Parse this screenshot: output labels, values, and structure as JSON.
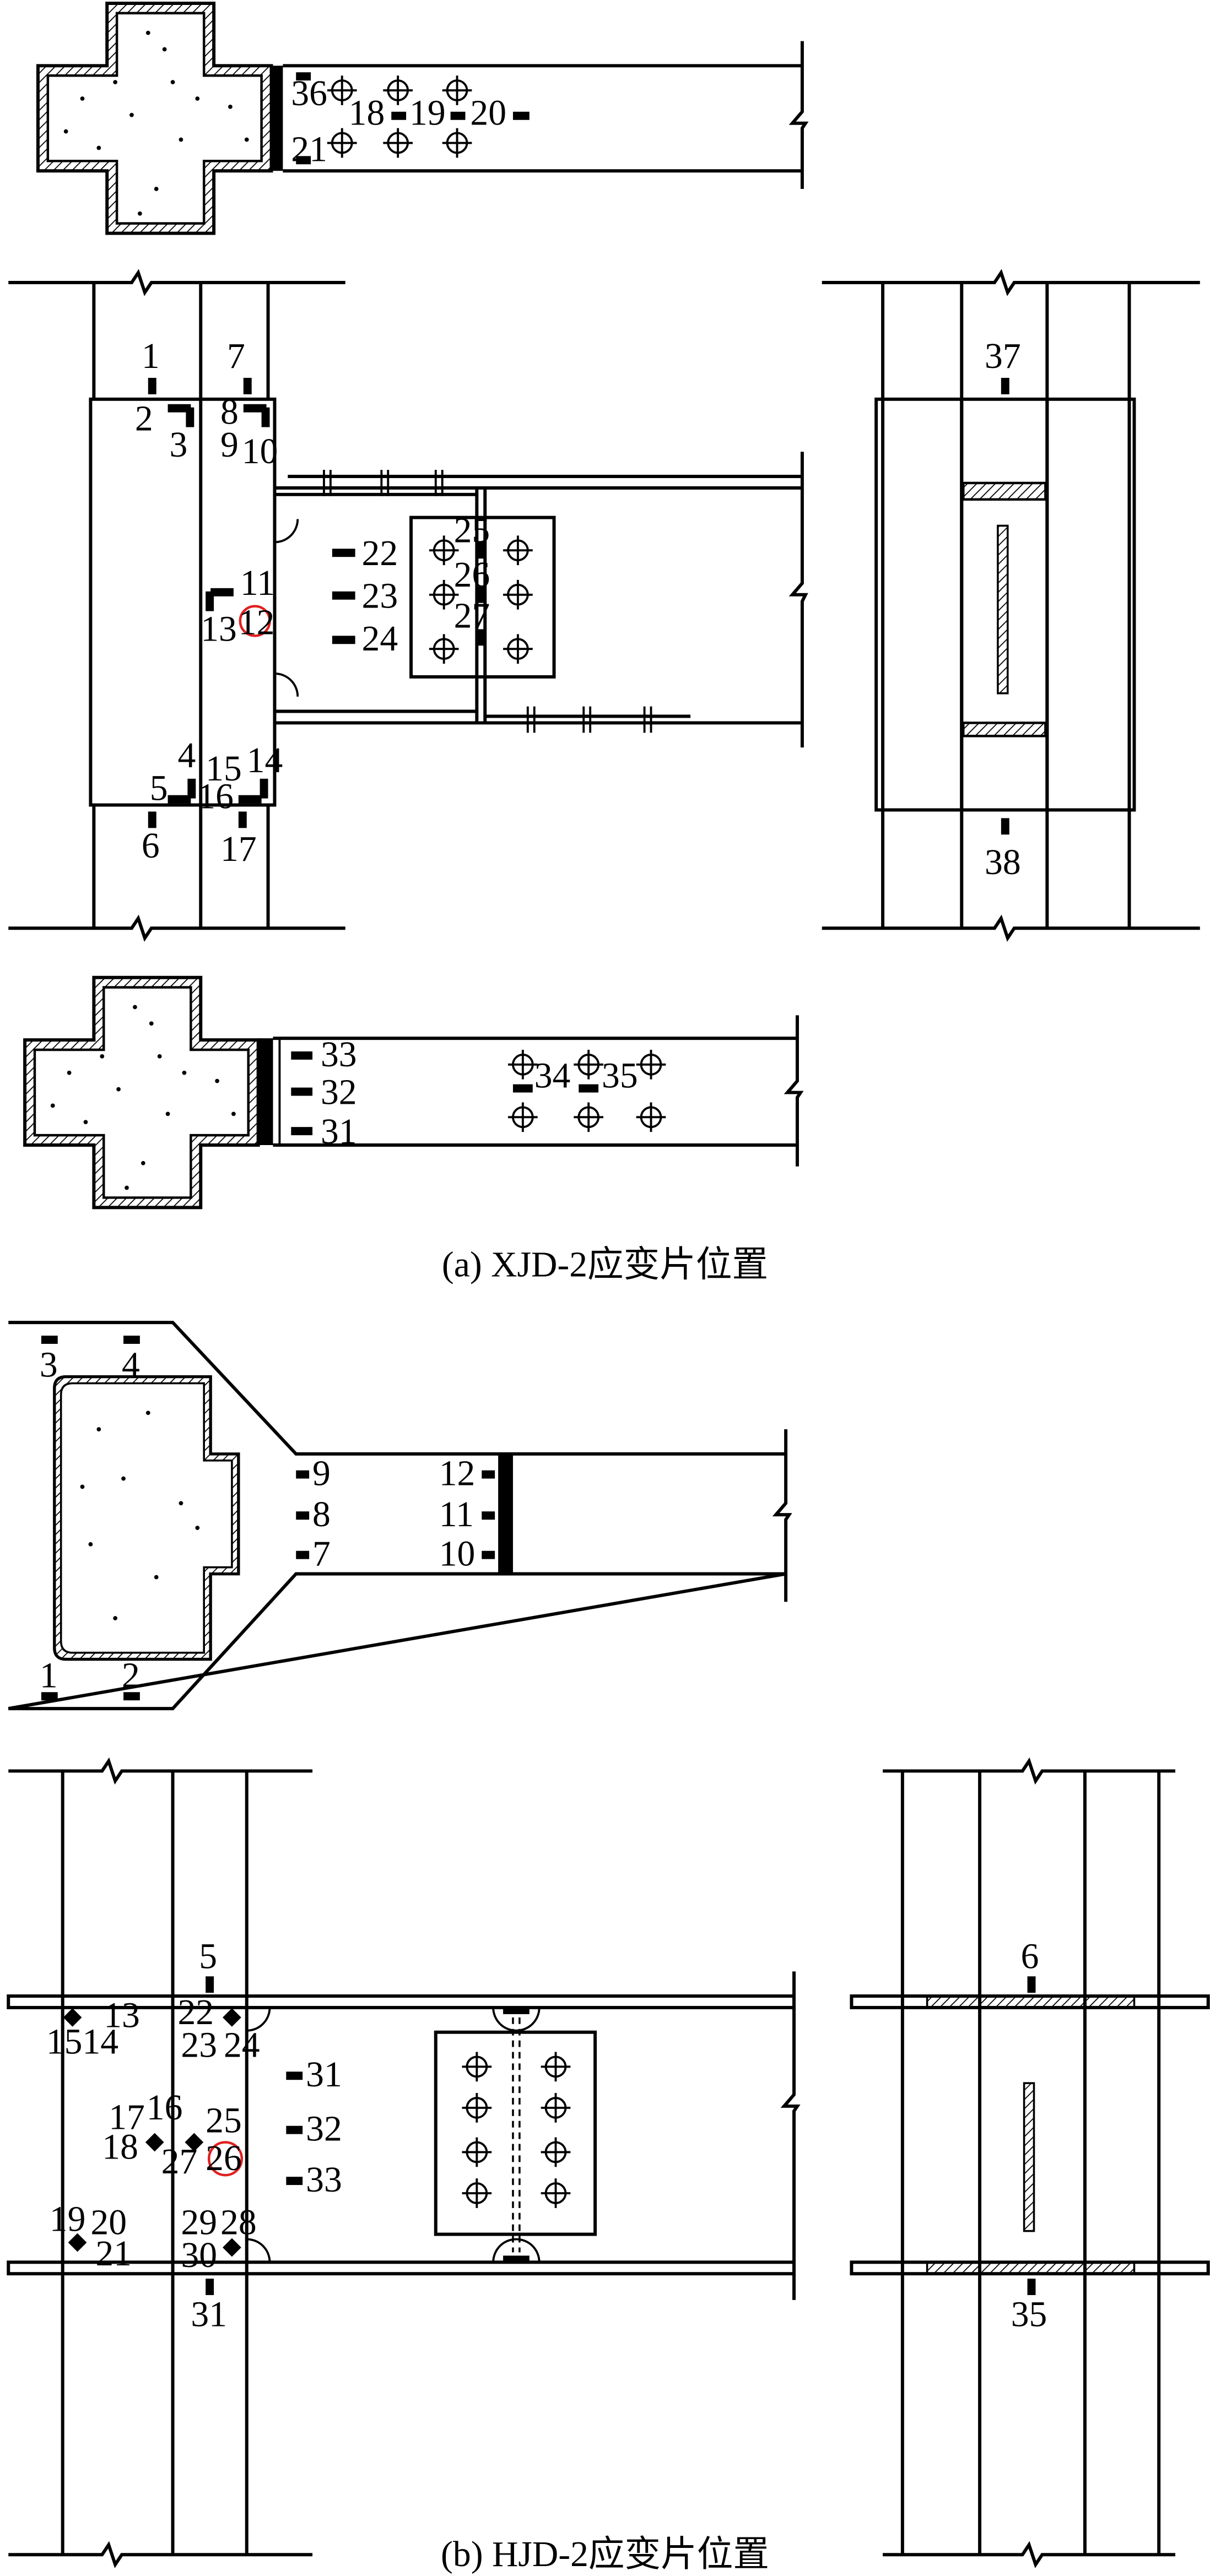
{
  "captions": {
    "a": "(a) XJD-2应变片位置",
    "b": "(b) HJD-2应变片位置"
  },
  "a_plan_top": {
    "labels": [
      "36",
      "18",
      "19",
      "20",
      "21"
    ]
  },
  "a_elev": {
    "labels": [
      "1",
      "2",
      "3",
      "7",
      "8",
      "9",
      "10",
      "22",
      "23",
      "24",
      "25",
      "26",
      "27",
      "11",
      "12",
      "13",
      "4",
      "5",
      "6",
      "15",
      "14",
      "16",
      "17"
    ]
  },
  "a_side": {
    "labels": [
      "37",
      "38"
    ]
  },
  "a_plan_bottom": {
    "labels": [
      "33",
      "32",
      "31",
      "34",
      "35"
    ]
  },
  "b_plan": {
    "labels": [
      "3",
      "4",
      "1",
      "2",
      "9",
      "8",
      "7",
      "12",
      "11",
      "10"
    ]
  },
  "b_elev": {
    "labels": [
      "5",
      "13",
      "15",
      "14",
      "22",
      "23",
      "24",
      "31",
      "32",
      "33",
      "17",
      "16",
      "18",
      "25",
      "27",
      "26",
      "19",
      "20",
      "21",
      "29",
      "28",
      "30",
      "31"
    ]
  },
  "b_side": {
    "labels": [
      "6",
      "35"
    ]
  },
  "colors": {
    "line": "#000000",
    "highlight": "#e02020"
  }
}
